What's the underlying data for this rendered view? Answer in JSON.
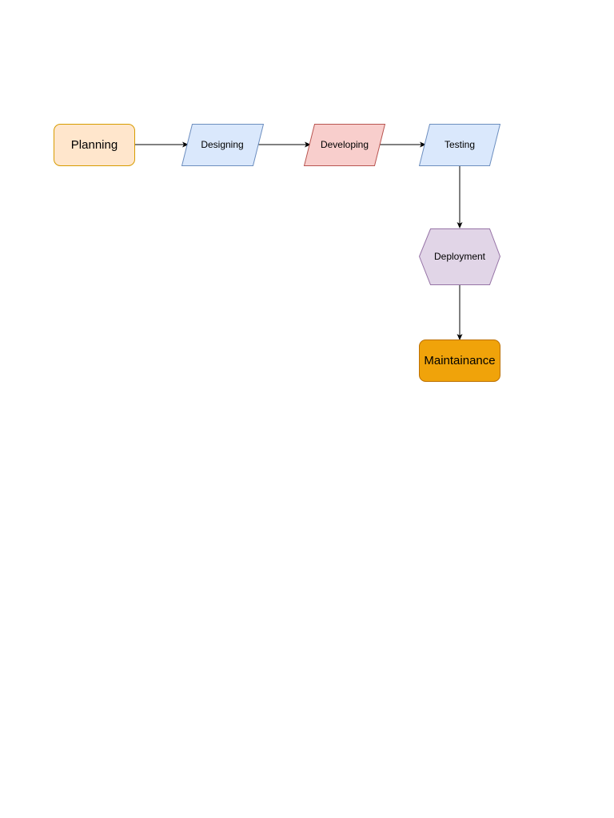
{
  "diagram": {
    "nodes": {
      "planning": {
        "label": "Planning",
        "shape": "rounded-rectangle",
        "fill": "#ffe6cc",
        "stroke": "#d79b00"
      },
      "designing": {
        "label": "Designing",
        "shape": "parallelogram",
        "fill": "#dae8fc",
        "stroke": "#6c8ebf"
      },
      "developing": {
        "label": "Developing",
        "shape": "parallelogram",
        "fill": "#f8cecc",
        "stroke": "#b85450"
      },
      "testing": {
        "label": "Testing",
        "shape": "parallelogram",
        "fill": "#dae8fc",
        "stroke": "#6c8ebf"
      },
      "deployment": {
        "label": "Deployment",
        "shape": "hexagon",
        "fill": "#e1d5e7",
        "stroke": "#9673a6"
      },
      "maintainance": {
        "label": "Maintainance",
        "shape": "rounded-rectangle",
        "fill": "#f0a30a",
        "stroke": "#bd7000"
      }
    },
    "edges": [
      {
        "from": "planning",
        "to": "designing"
      },
      {
        "from": "designing",
        "to": "developing"
      },
      {
        "from": "developing",
        "to": "testing"
      },
      {
        "from": "testing",
        "to": "deployment"
      },
      {
        "from": "deployment",
        "to": "maintainance"
      }
    ],
    "edge_color": "#000000"
  }
}
